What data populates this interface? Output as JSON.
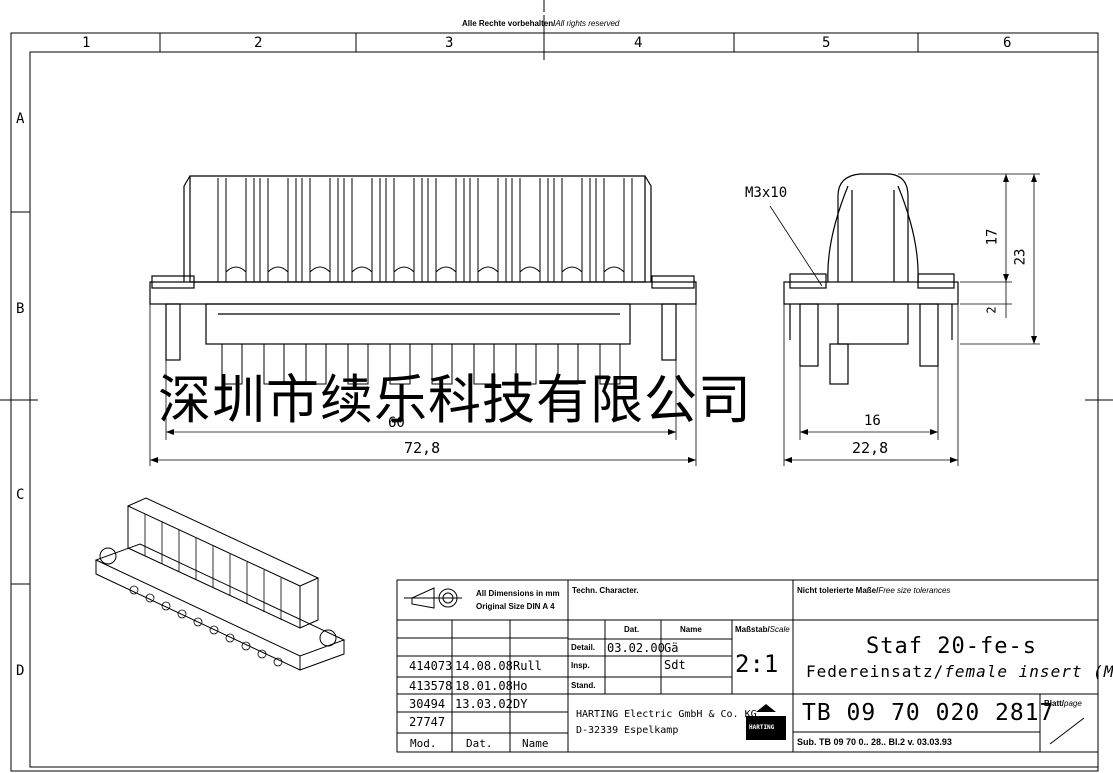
{
  "header": {
    "rights": "Alle Rechte vorbehalten/",
    "rights_en": "All rights reserved"
  },
  "grid": {
    "columns": [
      "1",
      "2",
      "3",
      "4",
      "5",
      "6"
    ],
    "rows": [
      "A",
      "B",
      "C",
      "D"
    ]
  },
  "drawing": {
    "screw_label": "M3x10",
    "dim_front_width": "72,8",
    "dim_front_inner": "60",
    "dim_side_width": "22,8",
    "dim_side_inner": "16",
    "dim_height_17": "17",
    "dim_height_23": "23",
    "dim_height_2": "2",
    "watermark": "深圳市续乐科技有限公司"
  },
  "title_block": {
    "dims_note_1": "All Dimensions in mm",
    "dims_note_2": "Original Size DIN A 4",
    "techn_character": "Techn. Character.",
    "tolerance_note": "Nicht tolerierte Maße/",
    "tolerance_note_en": "Free size tolerances",
    "col_dat": "Dat.",
    "col_name": "Name",
    "scale_label": "Maßstab/",
    "scale_label_en": "Scale",
    "scale_value": "2:1",
    "detail_label": "Detail.",
    "detail_date": "03.02.00",
    "detail_name": "Gä",
    "insp_label": "Insp.",
    "insp_name": "Sdt",
    "stand_label": "Stand.",
    "title": "Staf 20-fe-s",
    "subtitle": "Federeinsatz/",
    "subtitle_en": "female insert (M)",
    "company_1": "HARTING Electric GmbH & Co. KG",
    "company_2": "D-32339 Espelkamp",
    "logo_text": "HARTING",
    "part_number": "TB 09 70 020 2817",
    "sheet_label": "Blatt/",
    "sheet_label_en": "page",
    "sub_line": "Sub. TB 09 70 0.. 28.. Bl.2 v. 03.03.93",
    "mods": [
      {
        "mod": "414073",
        "date": "14.08.08",
        "name": "Rull"
      },
      {
        "mod": "413578",
        "date": "18.01.08",
        "name": "Ho"
      },
      {
        "mod": "30494",
        "date": "13.03.02",
        "name": "DY"
      },
      {
        "mod": "27747",
        "date": "",
        "name": ""
      }
    ],
    "footer_mod": "Mod.",
    "footer_dat": "Dat.",
    "footer_name": "Name"
  }
}
